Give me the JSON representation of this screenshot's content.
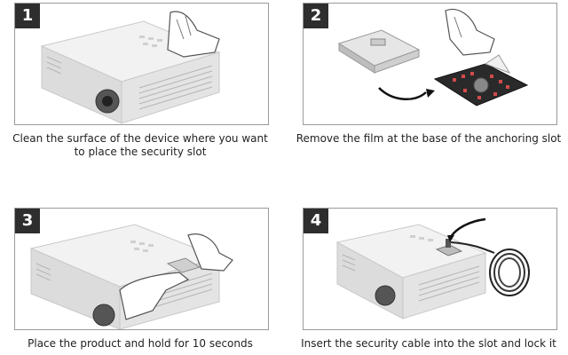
{
  "steps": [
    {
      "number": "1",
      "caption": "Clean the surface of the device where you want to place the security slot"
    },
    {
      "number": "2",
      "caption": "Remove the film at the base of the anchoring slot"
    },
    {
      "number": "3",
      "caption": "Place the product and hold for 10 seconds"
    },
    {
      "number": "4",
      "caption": "Insert the security cable into the slot and lock it"
    }
  ],
  "colors": {
    "badge": "#2e2e2e",
    "border": "#9a9a9a",
    "adhesive": "#d24a4a"
  },
  "icons": [
    "projector-illustration",
    "hand-illustration",
    "anchoring-slot-illustration",
    "arrow-icon",
    "security-cable-illustration"
  ]
}
